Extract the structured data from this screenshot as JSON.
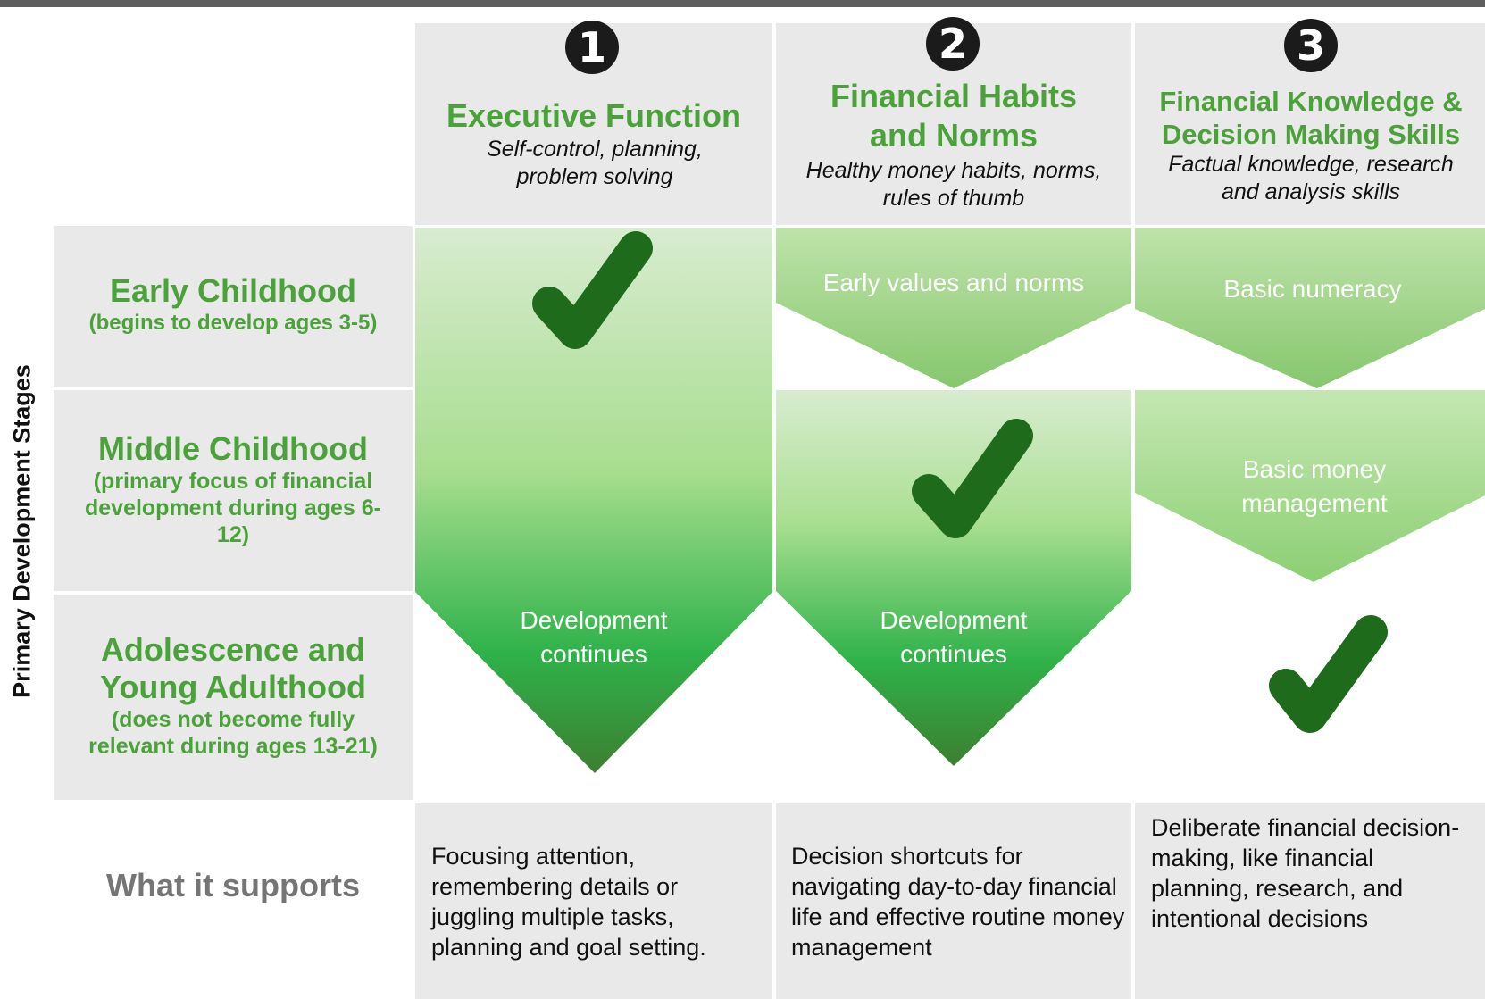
{
  "side_label": "Primary Development Stages",
  "columns": [
    {
      "number": "1",
      "title": "Executive Function",
      "subtitle": "Self-control, planning, problem solving",
      "arrow_text": "Development continues",
      "supports": "Focusing attention, remembering details or juggling multiple tasks, planning and goal setting."
    },
    {
      "number": "2",
      "title": "Financial Habits and Norms",
      "subtitle": "Healthy money habits, norms, rules of thumb",
      "early_text": "Early values and norms",
      "arrow_text": "Development continues",
      "supports": "Decision shortcuts for navigating day-to-day financial life and effective routine money management"
    },
    {
      "number": "3",
      "title": "Financial Knowledge & Decision Making Skills",
      "subtitle": "Factual knowledge, research and analysis skills",
      "early_text": "Basic numeracy",
      "middle_text": "Basic money management",
      "supports": "Deliberate financial decision-making, like financial planning, research, and intentional decisions"
    }
  ],
  "stages": [
    {
      "title": "Early Childhood",
      "subtitle": "(begins to develop ages 3-5)"
    },
    {
      "title": "Middle Childhood",
      "subtitle": "(primary focus of financial development during ages 6-12)"
    },
    {
      "title": "Adolescence and Young Adulthood",
      "subtitle": "(does not become fully relevant during ages 13-21)"
    }
  ],
  "supports_label": "What it supports",
  "colors": {
    "green_title": "#4ca23a",
    "check": "#1f6b1c",
    "box_gray": "#e9e9e9",
    "arrow_dark": "#2fb24a",
    "arrow_light": "#d8ecd0"
  },
  "icons": [
    "check-icon",
    "number-badge"
  ]
}
